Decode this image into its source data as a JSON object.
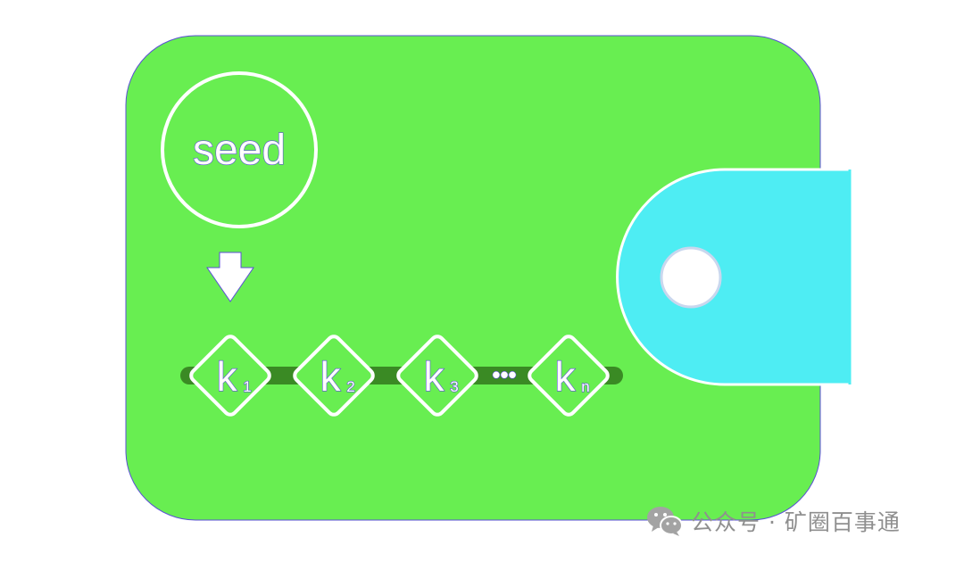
{
  "diagram": {
    "seed_label": "seed",
    "keys": [
      {
        "letter": "k",
        "sub": "1"
      },
      {
        "letter": "k",
        "sub": "2"
      },
      {
        "letter": "k",
        "sub": "3"
      },
      {
        "letter": "k",
        "sub": "n"
      }
    ],
    "ellipsis": "•••"
  },
  "colors": {
    "wallet": "#68ee51",
    "chain_bar": "#3a8a24",
    "clasp": "#4eedf3",
    "white": "#ffffff",
    "outline": "#5b4fd6"
  },
  "watermark": {
    "icon": "wechat-icon",
    "text": "公众号 · 矿圈百事通"
  }
}
